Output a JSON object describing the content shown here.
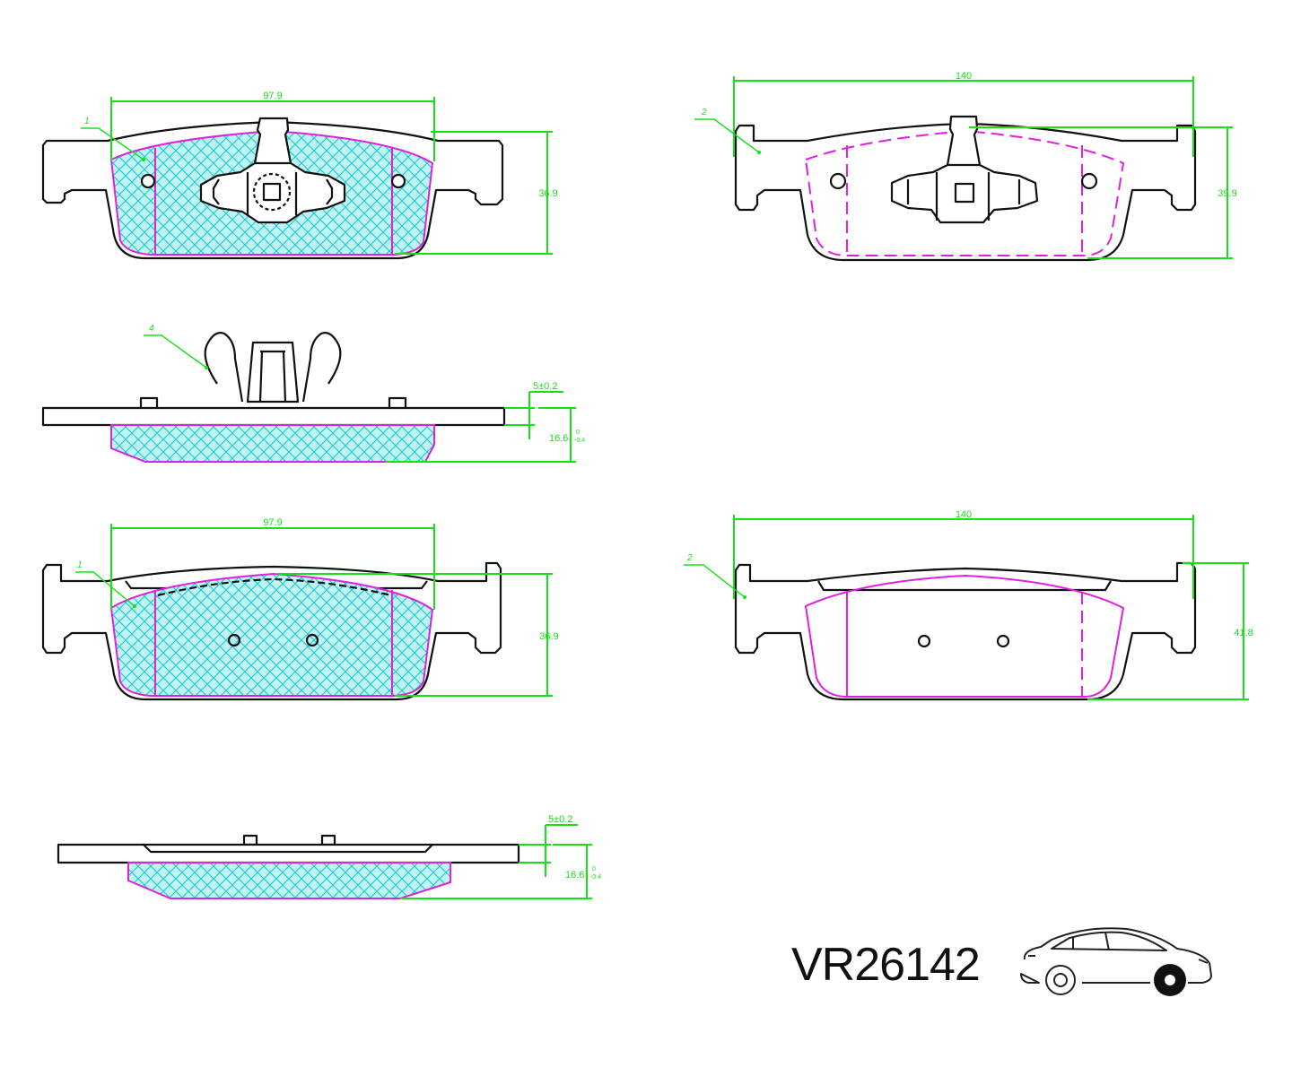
{
  "colors": {
    "outline": "#111111",
    "friction_fill": "#bff4f2",
    "friction_hatch": "#18c8d0",
    "friction_edge": "#e020e0",
    "dimension": "#18e018"
  },
  "views": {
    "front_top": {
      "width_dim": "97.9",
      "height_dim": "36.9",
      "callout": "1"
    },
    "front_right": {
      "width_dim": "140",
      "height_dim": "39.9",
      "callout": "2"
    },
    "side_top": {
      "backing_dim": "5±0.2",
      "thickness_dim": "16.6",
      "tol_upper": "0",
      "tol_lower": "-0.4",
      "callout": "4"
    },
    "front_bottom": {
      "width_dim": "97.9",
      "height_dim": "36.9",
      "callout": "1"
    },
    "back_right": {
      "width_dim": "140",
      "height_dim": "41.8",
      "callout": "2"
    },
    "side_bottom": {
      "backing_dim": "5±0.2",
      "thickness_dim": "16.6",
      "tol_upper": "0",
      "tol_lower": "-0.4"
    }
  },
  "part_number": "VR26142",
  "icons": {
    "vehicle": "car-icon"
  }
}
